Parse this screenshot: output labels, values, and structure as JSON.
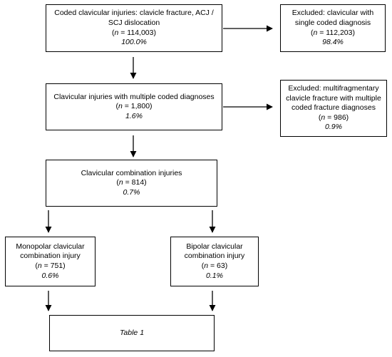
{
  "boxes": {
    "coded": {
      "title": "Coded clavicular injuries: clavicle fracture, ACJ /",
      "title2": "SCJ dislocation",
      "n_label": "n",
      "n_value": " = 114,003)",
      "pct": "100.0%"
    },
    "excluded_single": {
      "title": "Excluded: clavicular with",
      "title2": "single coded diagnosis",
      "n_label": "n",
      "n_value": " = 112,203)",
      "pct": "98.4%"
    },
    "multiple": {
      "title": "Clavicular injuries with multiple coded diagnoses",
      "n_label": "n",
      "n_value": " = 1,800)",
      "pct": "1.6%"
    },
    "excluded_multi": {
      "title": "Excluded: multifragmentary",
      "title2": "clavicle fracture with multiple",
      "title3": "coded fracture diagnoses",
      "n_label": "n",
      "n_value": " = 986)",
      "pct": "0.9%"
    },
    "combination": {
      "title": "Clavicular combination injuries",
      "n_label": "n",
      "n_value": " = 814)",
      "pct": "0.7%"
    },
    "monopolar": {
      "title": "Monopolar clavicular",
      "title2": "combination injury",
      "n_label": "n",
      "n_value": " = 751)",
      "pct": "0.6%"
    },
    "bipolar": {
      "title": "Bipolar clavicular",
      "title2": "combination injury",
      "n_label": "n",
      "n_value": " = 63)",
      "pct": "0.1%"
    },
    "table": {
      "label": "Table 1"
    }
  }
}
